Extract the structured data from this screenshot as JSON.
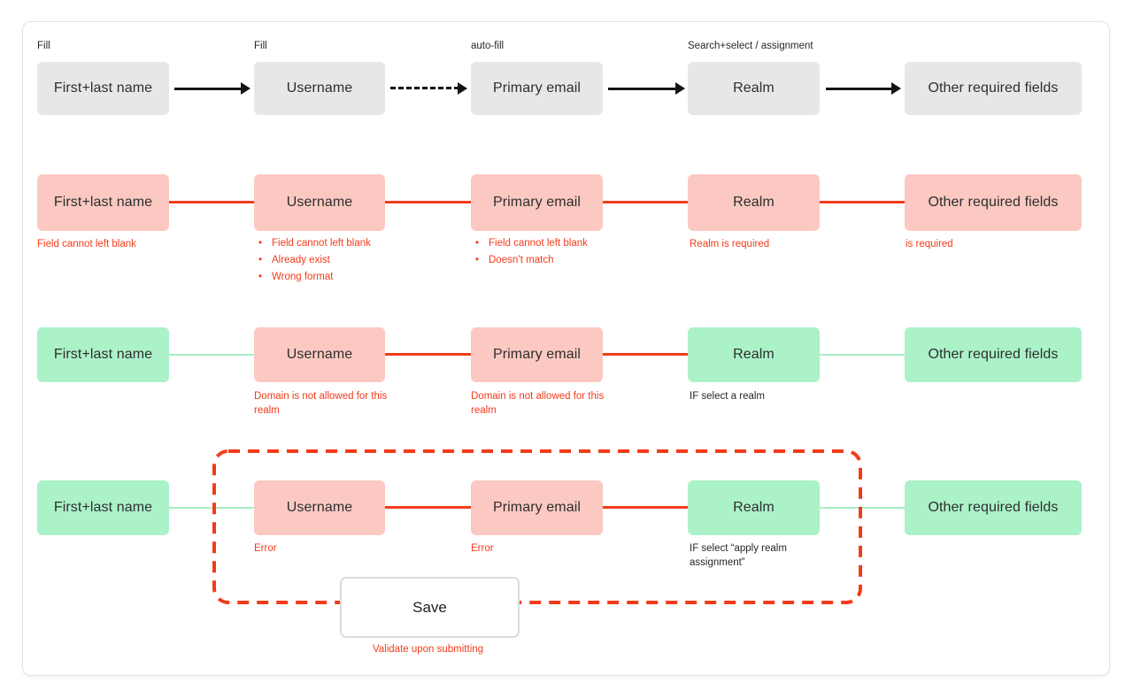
{
  "colors": {
    "red": "#f33b1a",
    "green_box": "#abf2c9",
    "pink_box": "#fbc9c2",
    "gray_box": "#e7e7e7",
    "green_line": "#a8efc5",
    "arrow_black": "#141414",
    "text_dark": "#2e2e2e",
    "card_border": "#e3e3e3"
  },
  "columns": [
    "First+last name",
    "Username",
    "Primary email",
    "Realm",
    "Other required fields"
  ],
  "row1": {
    "top_labels": [
      "Fill",
      "Fill",
      "auto-fill",
      "Search+select / assignment"
    ]
  },
  "row2": {
    "notes": {
      "first_last_name": "Field cannot left blank",
      "username_bullets": [
        "Field cannot left blank",
        "Already exist",
        "Wrong format"
      ],
      "primary_email_bullets": [
        "Field cannot left blank",
        "Doesn’t match"
      ],
      "realm": "Realm is required",
      "other_fields": "is required"
    }
  },
  "row3": {
    "notes": {
      "username": "Domain is not allowed for this realm",
      "primary_email": "Domain is not allowed for this realm",
      "realm": "IF select a realm"
    }
  },
  "row4": {
    "notes": {
      "username": "Error",
      "primary_email": "Error",
      "realm": "IF select “apply realm assignment”"
    },
    "save_button": "Save",
    "save_note": "Validate upon submitting"
  }
}
